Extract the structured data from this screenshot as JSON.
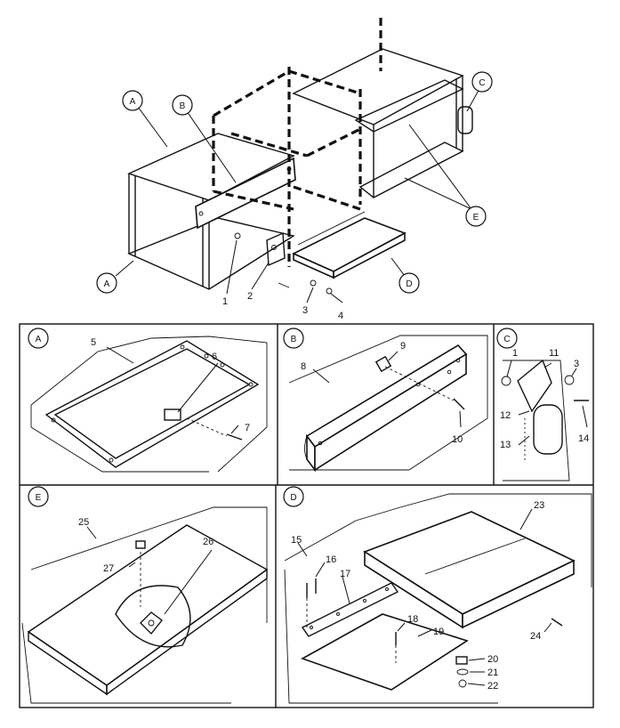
{
  "overview": {
    "callouts": {
      "A_top": "A",
      "A_bottom": "A",
      "B": "B",
      "C": "C",
      "D": "D",
      "E": "E"
    },
    "items": {
      "i1": "1",
      "i2": "2",
      "i3": "3",
      "i4": "4"
    }
  },
  "detail_a": {
    "letter": "A",
    "items": [
      "5",
      "6",
      "7"
    ]
  },
  "detail_b": {
    "letter": "B",
    "items": [
      "8",
      "9",
      "10"
    ]
  },
  "detail_c": {
    "letter": "C",
    "items": [
      "1",
      "11",
      "3",
      "12",
      "13",
      "14"
    ]
  },
  "detail_e": {
    "letter": "E",
    "items": [
      "25",
      "27",
      "26"
    ]
  },
  "detail_d": {
    "letter": "D",
    "items": [
      "15",
      "16",
      "17",
      "23",
      "18",
      "19",
      "20",
      "21",
      "22",
      "24"
    ]
  }
}
